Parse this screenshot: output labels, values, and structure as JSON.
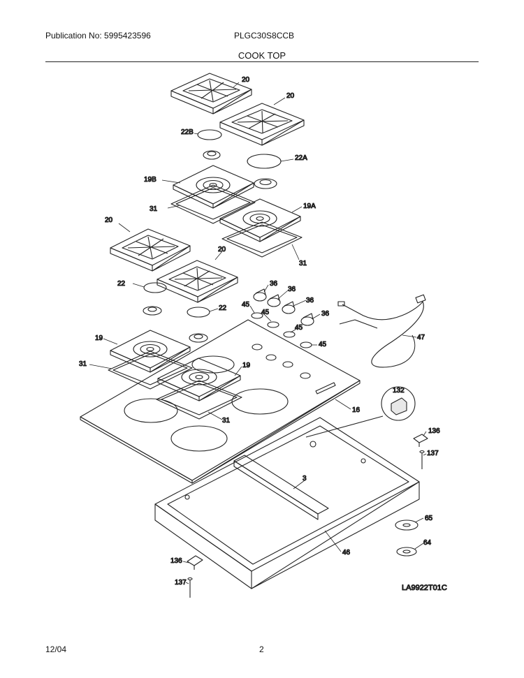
{
  "header": {
    "publication": "Publication No: 5995423596",
    "model": "PLGC30S8CCB",
    "section_title": "COOK TOP"
  },
  "footer": {
    "date": "12/04",
    "page": "2"
  },
  "diagram_code": "LA9922T01C",
  "callouts": {
    "grate_tr1": "20",
    "grate_tr2": "20",
    "grate_l1": "20",
    "grate_l2": "20",
    "cap_22b": "22B",
    "cap_22a": "22A",
    "cap_22_left": "22",
    "cap_22_center": "22",
    "pan_19b": "19B",
    "pan_19a": "19A",
    "pan_19_left": "19",
    "pan_19_center": "19",
    "seal_31_a": "31",
    "seal_31_b": "31",
    "seal_31_c": "31",
    "seal_31_d": "31",
    "knob_36_a": "36",
    "knob_36_b": "36",
    "knob_36_c": "36",
    "knob_36_d": "36",
    "bezel_45_a": "45",
    "bezel_45_b": "45",
    "bezel_45_c": "45",
    "bezel_45_d": "45",
    "cord_47": "47",
    "top_16": "16",
    "switch_132": "132",
    "bracket_136_r": "136",
    "screw_137_r": "137",
    "bracket_136_l": "136",
    "screw_137_l": "137",
    "brace_3": "3",
    "box_46": "46",
    "grommet_65": "65",
    "grommet_64": "64"
  }
}
